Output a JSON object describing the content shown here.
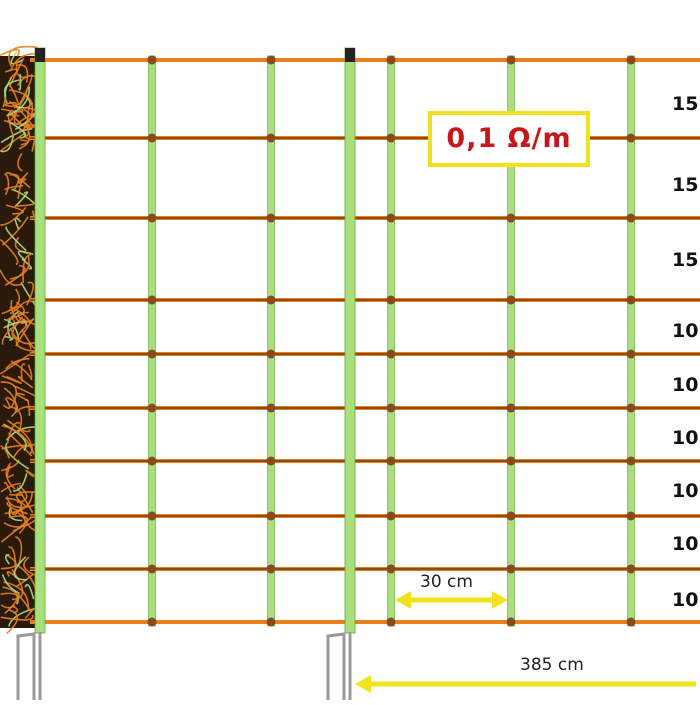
{
  "resistance_label": "0,1 Ω/m",
  "row_spacing_labels": [
    "15",
    "15",
    "15",
    "10",
    "10",
    "10",
    "10",
    "10",
    "10"
  ],
  "post_spacing_label": "30 cm",
  "total_length_label": "385 cm",
  "colors": {
    "wire": "#e8801e",
    "wire_dark": "#4a2a10",
    "post": "#a9df7c",
    "post_edge": "#5fa83a",
    "knot": "#8a4a1c",
    "label_box_border": "#f3e21b",
    "label_text": "#c8161d",
    "arrow": "#f3e21b"
  }
}
